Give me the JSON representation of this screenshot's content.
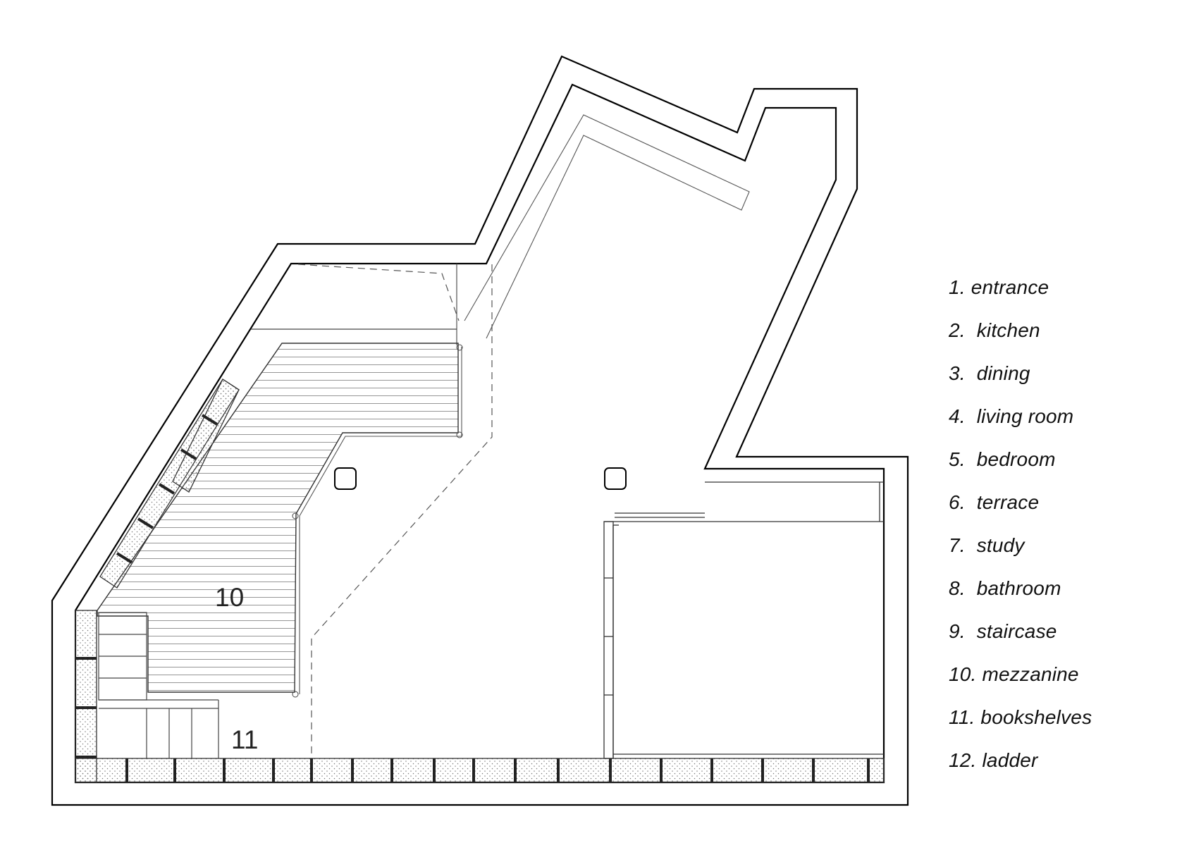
{
  "plan": {
    "labels": {
      "mezzanine_number": "10",
      "bookshelves_number": "11"
    }
  },
  "legend": {
    "items": [
      {
        "text": "1. entrance"
      },
      {
        "text": "2.  kitchen"
      },
      {
        "text": "3.  dining"
      },
      {
        "text": "4.  living room"
      },
      {
        "text": "5.  bedroom"
      },
      {
        "text": "6.  terrace"
      },
      {
        "text": "7.  study"
      },
      {
        "text": "8.  bathroom"
      },
      {
        "text": "9.  staircase"
      },
      {
        "text": "10. mezzanine"
      },
      {
        "text": "11. bookshelves"
      },
      {
        "text": "12. ladder"
      }
    ]
  }
}
